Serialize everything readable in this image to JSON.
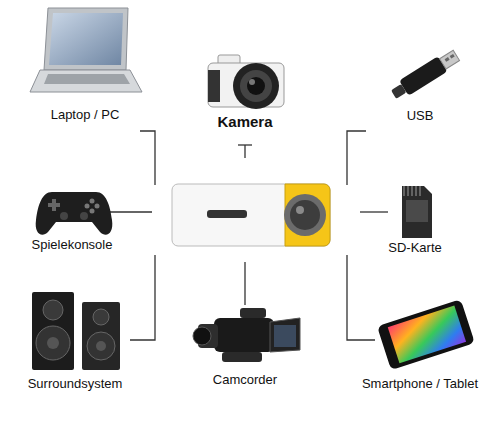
{
  "diagram": {
    "labels": [
      "Laptop / PC",
      "Kamera",
      "USB",
      "Spielekonsole",
      "SD-Karte",
      "Surroundsystem",
      "Camcorder",
      "Smartphone / Tablet"
    ]
  }
}
